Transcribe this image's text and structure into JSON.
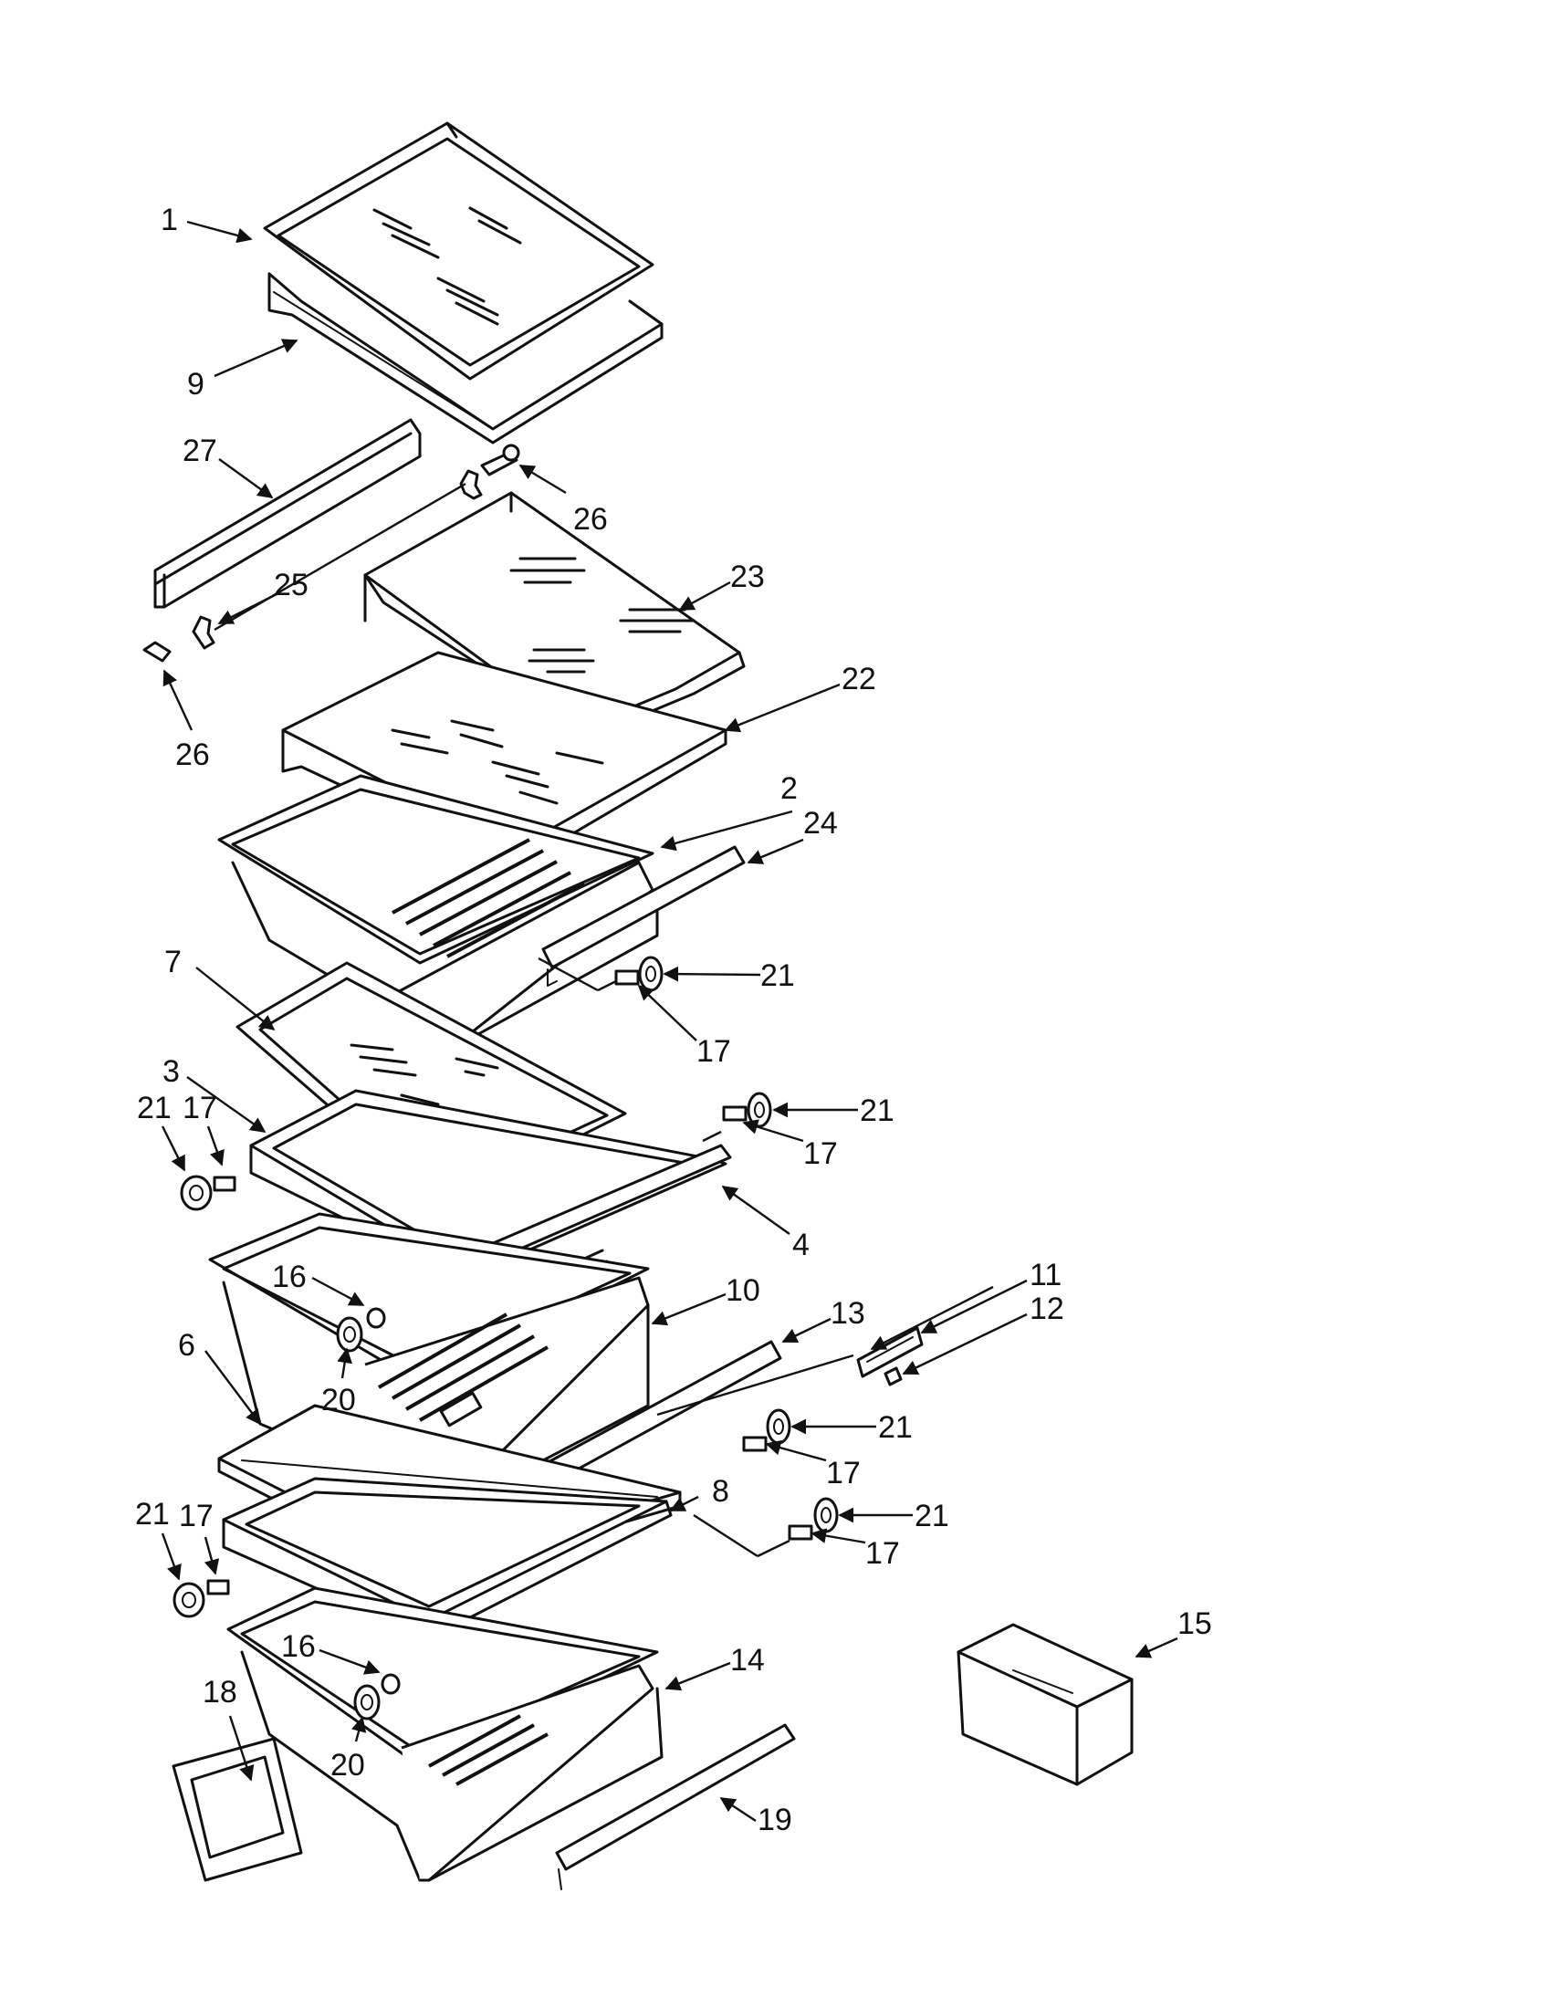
{
  "callouts": [
    {
      "id": "c1",
      "text": "1"
    },
    {
      "id": "c9",
      "text": "9"
    },
    {
      "id": "c27",
      "text": "27"
    },
    {
      "id": "c26a",
      "text": "26"
    },
    {
      "id": "c23",
      "text": "23"
    },
    {
      "id": "c25",
      "text": "25"
    },
    {
      "id": "c26b",
      "text": "26"
    },
    {
      "id": "c22",
      "text": "22"
    },
    {
      "id": "c2",
      "text": "2"
    },
    {
      "id": "c24",
      "text": "24"
    },
    {
      "id": "c7",
      "text": "7"
    },
    {
      "id": "c21a",
      "text": "21"
    },
    {
      "id": "c17a",
      "text": "17"
    },
    {
      "id": "c3",
      "text": "3"
    },
    {
      "id": "c21b",
      "text": "21"
    },
    {
      "id": "c17b",
      "text": "17"
    },
    {
      "id": "c21c",
      "text": "21"
    },
    {
      "id": "c17c",
      "text": "17"
    },
    {
      "id": "c4",
      "text": "4"
    },
    {
      "id": "c16a",
      "text": "16"
    },
    {
      "id": "c11",
      "text": "11"
    },
    {
      "id": "c12",
      "text": "12"
    },
    {
      "id": "c10",
      "text": "10"
    },
    {
      "id": "c13",
      "text": "13"
    },
    {
      "id": "c6",
      "text": "6"
    },
    {
      "id": "c20a",
      "text": "20"
    },
    {
      "id": "c21d",
      "text": "21"
    },
    {
      "id": "c17d",
      "text": "17"
    },
    {
      "id": "c8",
      "text": "8"
    },
    {
      "id": "c21e",
      "text": "21"
    },
    {
      "id": "c17e",
      "text": "17"
    },
    {
      "id": "c21f",
      "text": "21"
    },
    {
      "id": "c17f",
      "text": "17"
    },
    {
      "id": "c15",
      "text": "15"
    },
    {
      "id": "c16b",
      "text": "16"
    },
    {
      "id": "c14",
      "text": "14"
    },
    {
      "id": "c18",
      "text": "18"
    },
    {
      "id": "c20b",
      "text": "20"
    },
    {
      "id": "c19",
      "text": "19"
    }
  ]
}
